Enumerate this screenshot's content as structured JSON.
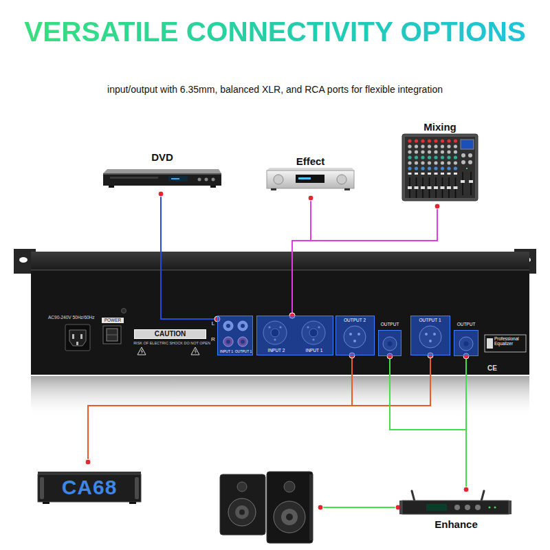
{
  "diagram": {
    "title": "VERSATILE CONNECTIVITY OPTIONS",
    "nodes": [
      {
        "text": [
          "DVD"
        ]
      },
      {
        "text": [
          "Effect"
        ]
      },
      {
        "text": [
          "Mixing"
        ]
      },
      {
        "text": [
          "AC90-240V 50Hz/60Hz",
          "POWER",
          "CAUTION",
          "RISK OF ELECTRIC SHOCK DO NOT OPEN",
          "Professional Equalizer",
          "CE"
        ]
      },
      {
        "text": [
          "L",
          "R",
          "INPUT 1",
          "OUTPUT 1"
        ],
        "in": 3
      },
      {
        "text": [
          "INPUT 2",
          "INPUT 1"
        ],
        "in": 3
      },
      {
        "text": [
          "OUTPUT 2"
        ],
        "in": 3
      },
      {
        "text": [
          "OUTPUT"
        ],
        "in": 3
      },
      {
        "text": [
          "OUTPUT 1"
        ],
        "in": 3
      },
      {
        "text": [
          "OUTPUT"
        ],
        "in": 3
      },
      {
        "text": [
          "CA68"
        ]
      },
      {
        "text": [
          "Enhance"
        ]
      }
    ],
    "edges": [
      {
        "from": 0,
        "to": 4,
        "arrow": "none"
      },
      {
        "from": 1,
        "to": 5,
        "arrow": "none"
      },
      {
        "from": 2,
        "to": 5,
        "arrow": "none"
      },
      {
        "from": 6,
        "to": 10,
        "arrow": "none"
      },
      {
        "from": 8,
        "to": 10,
        "arrow": "none"
      },
      {
        "from": 7,
        "to": 11,
        "arrow": "none"
      },
      {
        "from": 9,
        "to": 11,
        "arrow": "none"
      }
    ],
    "labels": [
      "input/output with 6.35mm, balanced XLR, and RCA ports for flexible integration"
    ]
  }
}
